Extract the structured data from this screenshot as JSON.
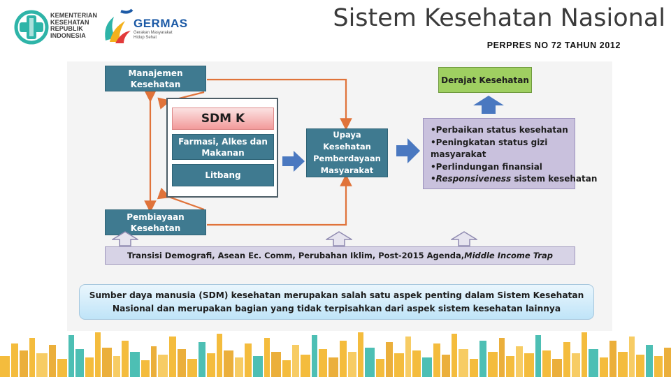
{
  "header": {
    "kemenkes_lines": [
      "KEMENTERIAN",
      "KESEHATAN",
      "REPUBLIK",
      "INDONESIA"
    ],
    "germas_word": "GERMAS",
    "germas_sub_lines": [
      "Gerakan Masyarakat",
      "Hidup Sehat"
    ],
    "title": "Sistem Kesehatan Nasional",
    "subtitle": "PERPRES NO 72 TAHUN 2012"
  },
  "diagram": {
    "manajemen": [
      "Manajemen",
      "Kesehatan"
    ],
    "pembiayaan": [
      "Pembiayaan",
      "Kesehatan"
    ],
    "sdm_title": "SDM K",
    "farmasi": [
      "Farmasi, Alkes dan",
      "Makanan"
    ],
    "litbang": "Litbang",
    "upaya": [
      "Upaya",
      "Kesehatan",
      "Pemberdayaan",
      "Masyarakat"
    ],
    "derajat": "Derajat Kesehatan",
    "outcomes": [
      {
        "text": "•Perbaikan status kesehatan",
        "italic_part": ""
      },
      {
        "text": "•Peningkatan status gizi",
        "italic_part": ""
      },
      {
        "text": " masyarakat",
        "italic_part": ""
      },
      {
        "text": "•Perlindungan finansial",
        "italic_part": ""
      },
      {
        "text": " sistem kesehatan",
        "italic_part": "•Responsiveness"
      }
    ],
    "transisi_plain": "Transisi Demografi, Asean Ec. Comm, Perubahan Iklim, Post-2015 Agenda, ",
    "transisi_italic": "Middle Income Trap",
    "summary": [
      "Sumber daya manusia (SDM) kesehatan merupakan salah satu aspek penting dalam Sistem Kesehatan",
      "Nasional dan merupakan bagian yang tidak terpisahkan dari aspek sistem kesehatan lainnya"
    ]
  },
  "colors": {
    "teal_box": "#3f7a90",
    "arrow_blue": "#4a78c0",
    "connector_orange": "#e0733a",
    "outcome_purple": "#c9c1dd",
    "derajat_green": "#9fcf61"
  }
}
